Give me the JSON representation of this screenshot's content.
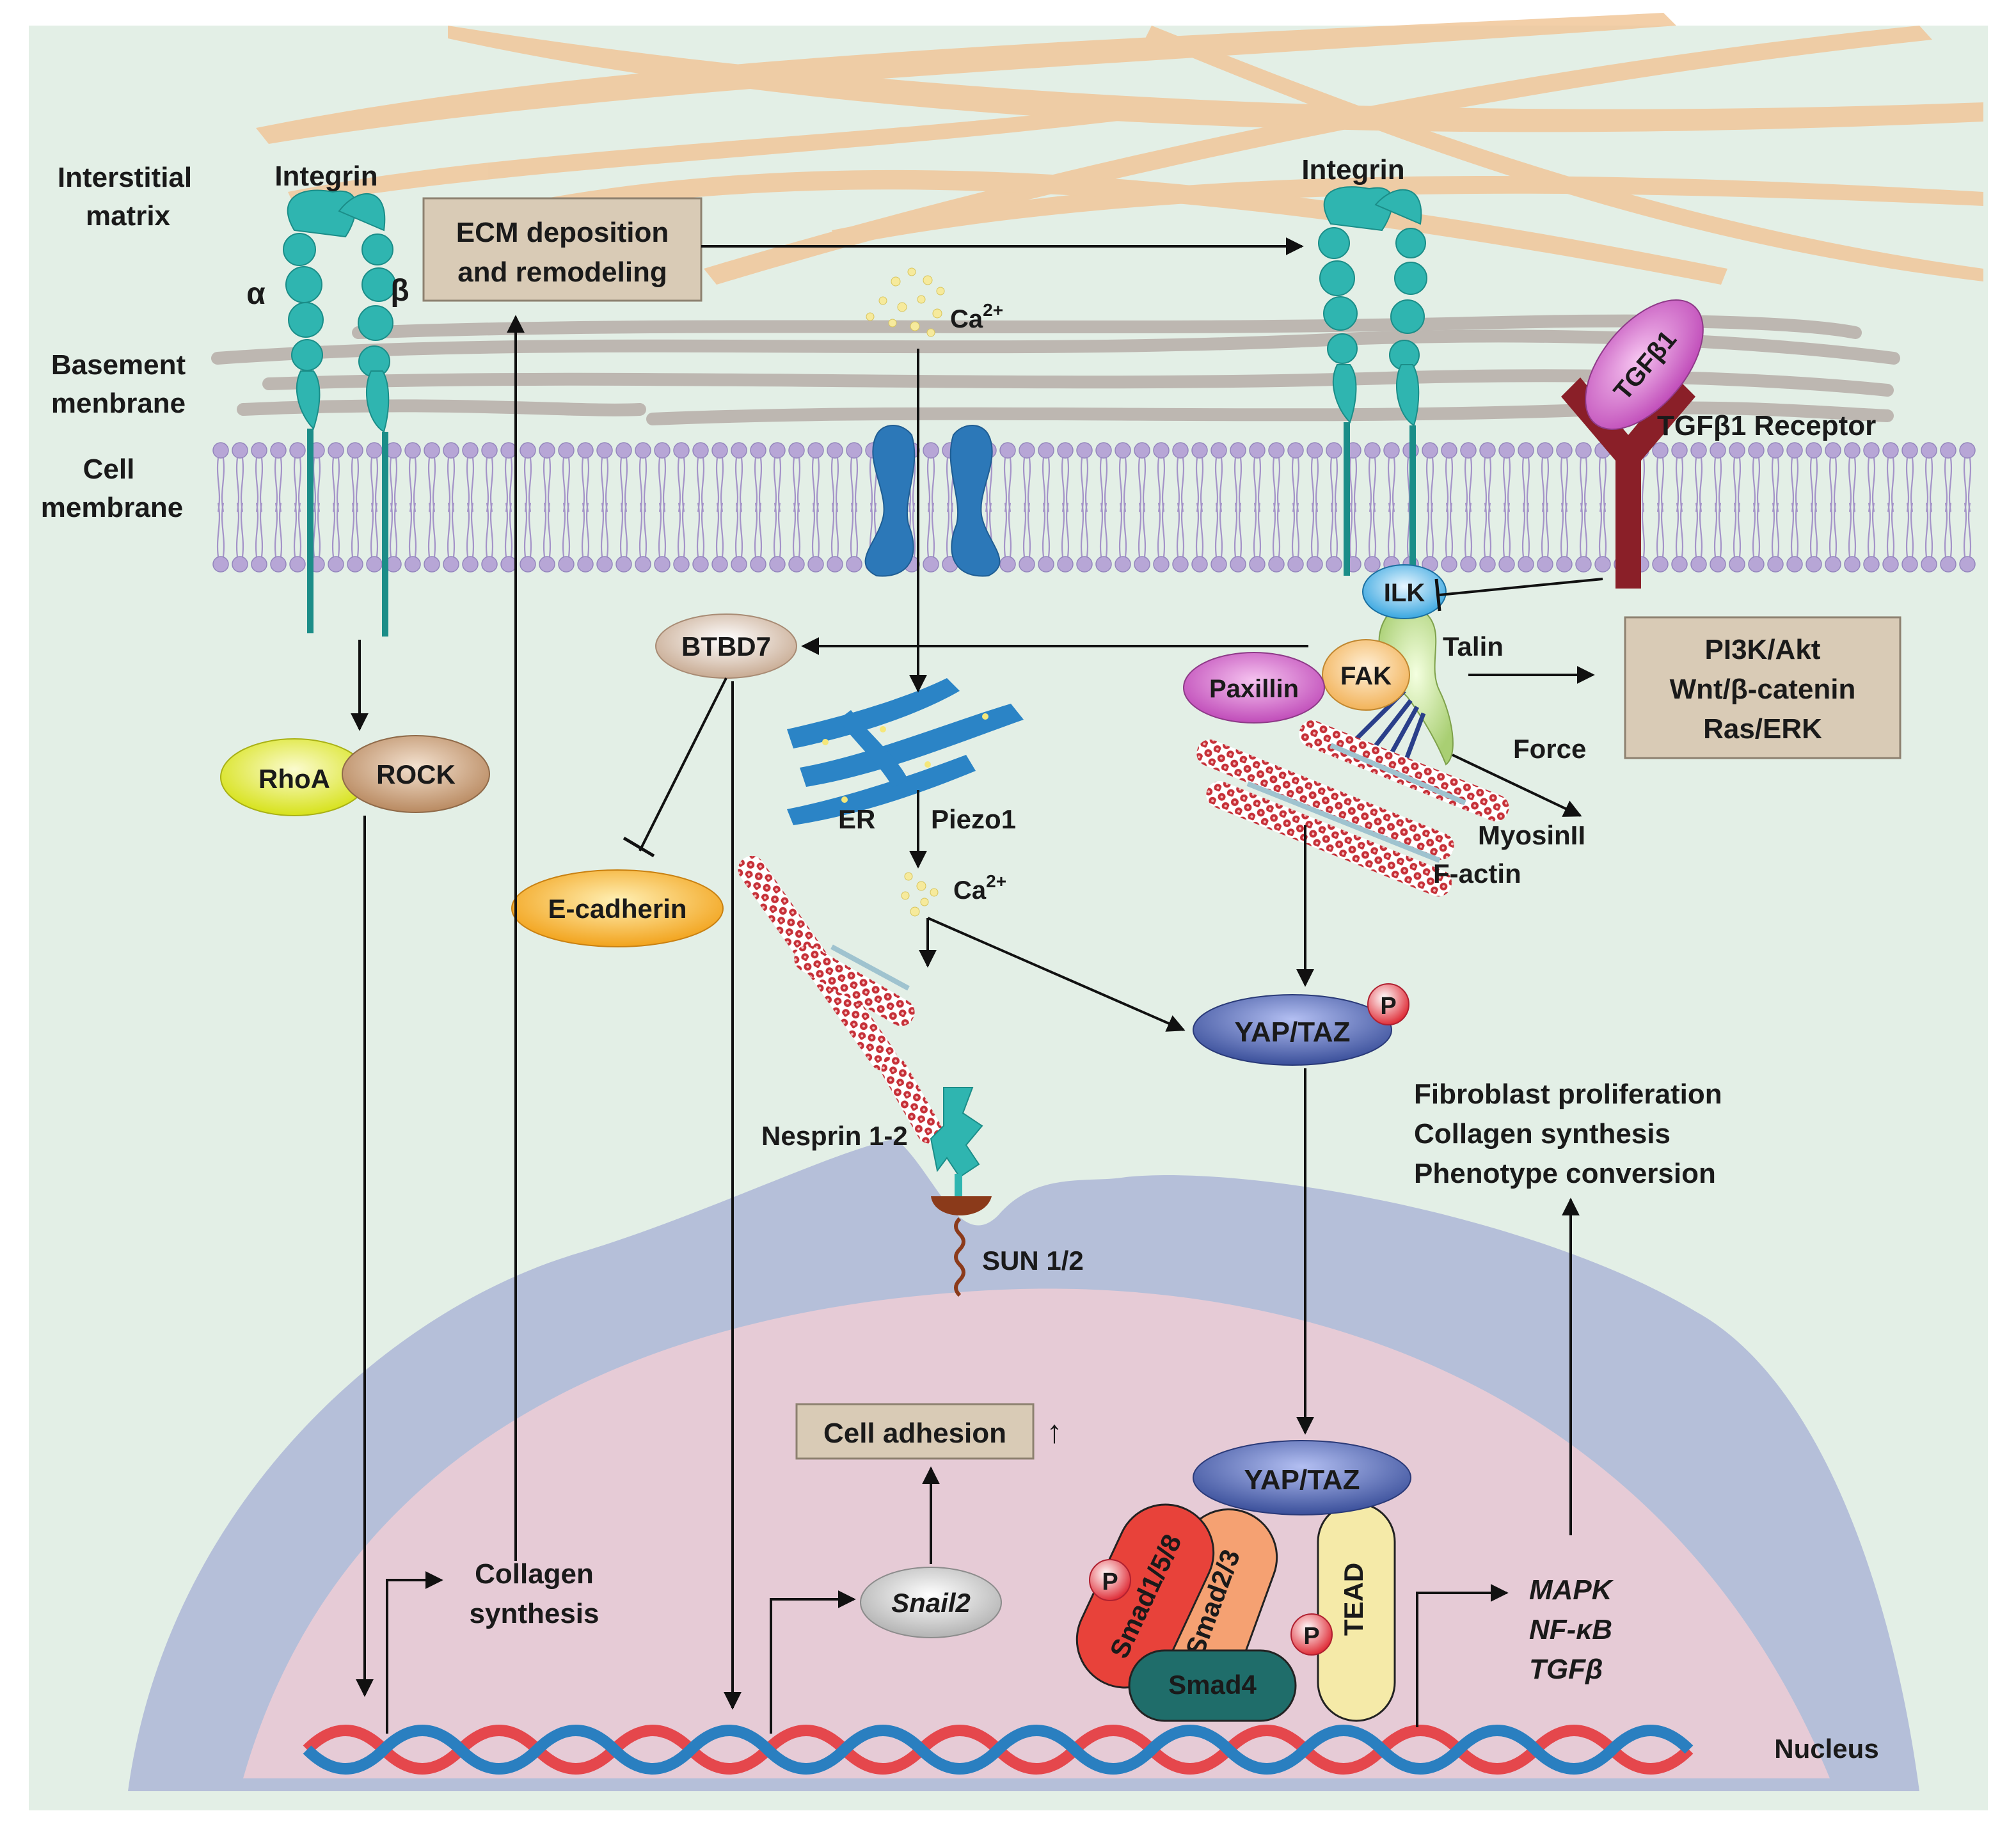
{
  "layers": {
    "interstitial_matrix": [
      "Interstitial",
      "matrix"
    ],
    "basement_membrane": [
      "Basement",
      "menbrane"
    ],
    "cell_membrane": [
      "Cell",
      "membrane"
    ],
    "nucleus": "Nucleus"
  },
  "integrin_left": {
    "label": "Integrin",
    "alpha": "α",
    "beta": "β"
  },
  "integrin_right": {
    "label": "Integrin"
  },
  "boxes": {
    "ecm": [
      "ECM deposition",
      "and remodeling"
    ],
    "pathways": [
      "PI3K/Akt",
      "Wnt/β-catenin",
      "Ras/ERK"
    ],
    "cell_adhesion": "Cell adhesion",
    "cell_adhesion_up": "↑"
  },
  "ions": {
    "ca_top": "Ca",
    "ca_top_sup": "2+",
    "ca_mid": "Ca",
    "ca_mid_sup": "2+"
  },
  "proteins": {
    "tgfb1": "TGFβ1",
    "tgfb1_receptor": "TGFβ1 Receptor",
    "ilk": "ILK",
    "talin": "Talin",
    "paxillin": "Paxillin",
    "fak": "FAK",
    "force": "Force",
    "myosin": "MyosinII",
    "factin": "F-actin",
    "btbd7": "BTBD7",
    "ecadherin": "E-cadherin",
    "rhoa": "RhoA",
    "rock": "ROCK",
    "er": "ER",
    "piezo1": "Piezo1",
    "yaptaz_cyto": "YAP/TAZ",
    "p": "P",
    "nesprin": "Nesprin 1-2",
    "sun": "SUN 1/2",
    "yaptaz_nuc": "YAP/TAZ",
    "smad158": "Smad1/5/8",
    "smad23": "Smad2/3",
    "smad4": "Smad4",
    "tead": "TEAD",
    "snail2": "Snail2"
  },
  "outcomes": {
    "fibroblast": [
      "Fibroblast proliferation",
      "Collagen synthesis",
      "Phenotype conversion"
    ],
    "collagen": [
      "Collagen",
      "synthesis"
    ],
    "genes": [
      "MAPK",
      "NF-κB",
      "TGFβ"
    ]
  },
  "colors": {
    "background": "#e3efe6",
    "fiber": "#f1c79a",
    "basement": "#b9b1ac",
    "lipid": "#b7a6d6",
    "integrin": "#2fb5b0",
    "nuclear_outer": "#b5bfd9",
    "nuclear_inner": "#e6cbd6",
    "box": "#d9cbb6",
    "actin": "#c0333a",
    "channel": "#2c78b8",
    "receptor": "#8a1f28"
  }
}
